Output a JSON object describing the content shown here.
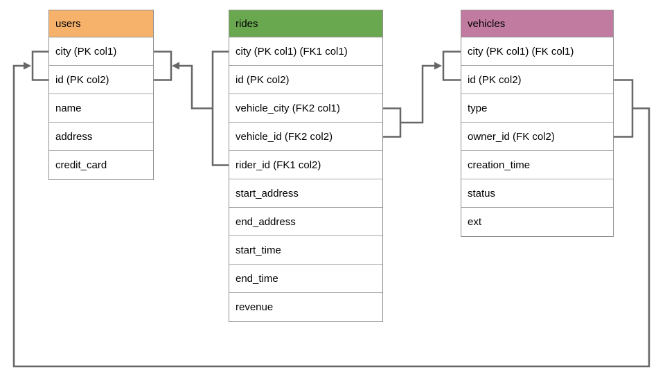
{
  "diagram": {
    "background_color": "#ffffff",
    "line_color": "#666666",
    "cell_border_color": "#a6a6a6",
    "table_outline_color": "#8f8f8f",
    "text_color": "#000000",
    "tables": [
      {
        "id": "users",
        "title": "users",
        "header_color": "#f6b26b",
        "columns": [
          "city (PK col1)",
          "id (PK col2)",
          "name",
          "address",
          "credit_card"
        ]
      },
      {
        "id": "rides",
        "title": "rides",
        "header_color": "#6aa84f",
        "columns": [
          "city (PK col1) (FK1 col1)",
          "id (PK col2)",
          "vehicle_city (FK2 col1)",
          "vehicle_id (FK2 col2)",
          "rider_id (FK1 col2)",
          "start_address",
          "end_address",
          "start_time",
          "end_time",
          "revenue"
        ]
      },
      {
        "id": "vehicles",
        "title": "vehicles",
        "header_color": "#c27ba0",
        "columns": [
          "city (PK col1) (FK col1)",
          "id (PK col2)",
          "type",
          "owner_id (FK col2)",
          "creation_time",
          "status",
          "ext"
        ]
      }
    ],
    "relationships": [
      {
        "from": "rides (city, rider_id) FK1",
        "to": "users (city, id)"
      },
      {
        "from": "rides (vehicle_city, vehicle_id) FK2",
        "to": "vehicles (city, id)"
      },
      {
        "from": "vehicles (id, owner_id) FK",
        "to": "users (city, id)"
      }
    ]
  }
}
